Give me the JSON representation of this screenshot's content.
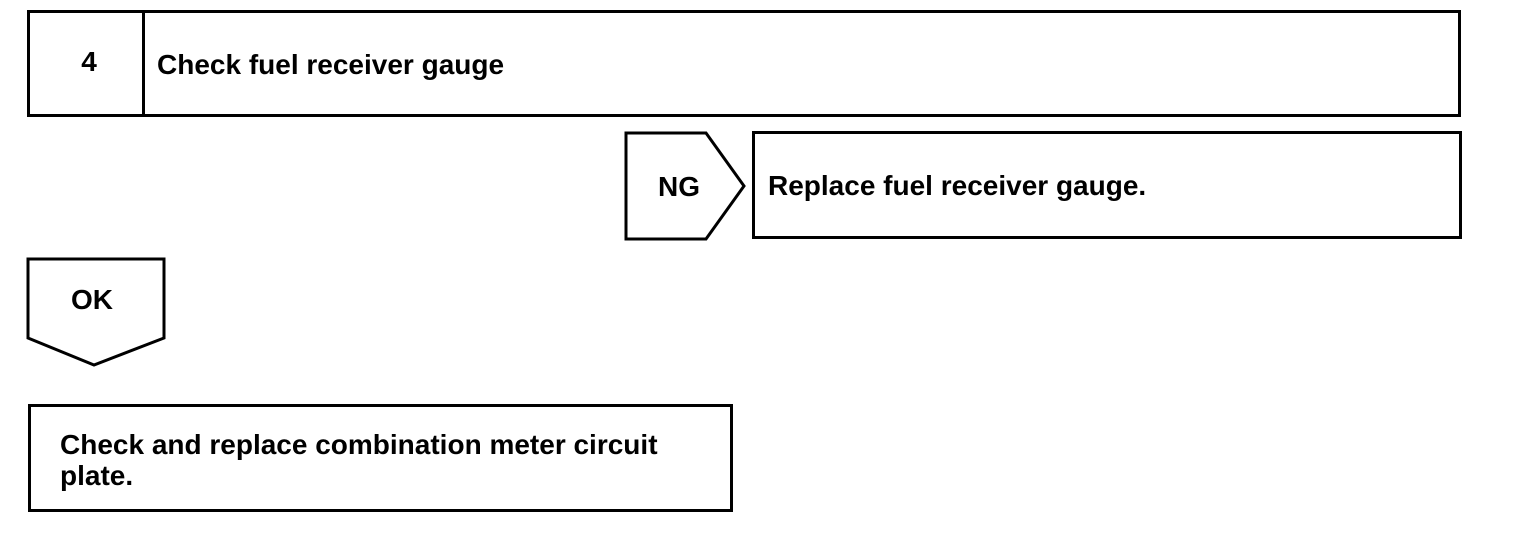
{
  "step": {
    "number": "4",
    "title": "Check fuel receiver gauge"
  },
  "ng_branch": {
    "label": "NG",
    "action": "Replace fuel receiver gauge."
  },
  "ok_branch": {
    "label": "OK",
    "action": "Check and replace combination meter circuit plate."
  }
}
